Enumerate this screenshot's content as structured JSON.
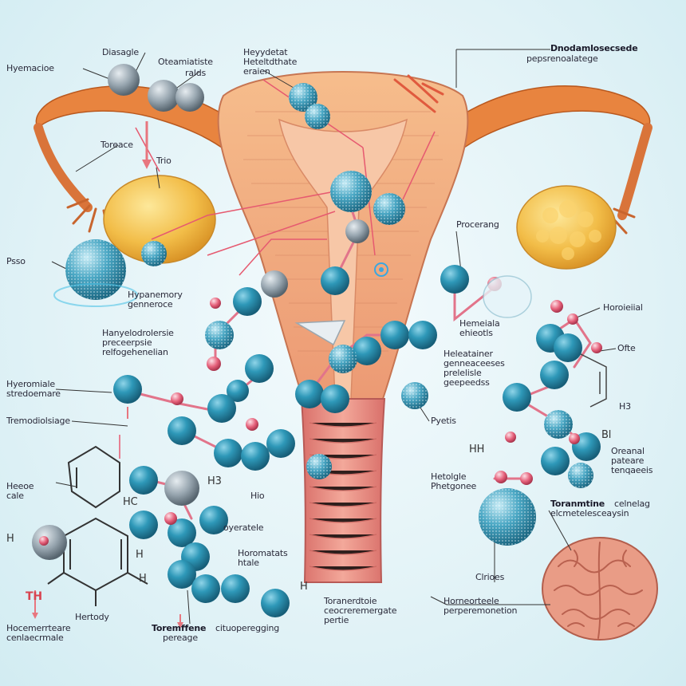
{
  "labels": {
    "hyemacioe": "Hyemacioe",
    "diasagle": "Diasagle",
    "oteamiatiste": "Oteamiatiste",
    "ralds": "ralds",
    "heyydetat": "Heyydetat",
    "hetetdthate": "Heteltdthate",
    "ereien": "eraien",
    "dnodamlosecsede": "Dnodamlosecsede",
    "pepsrenoalatege": "pepsrenoalatege",
    "toreace": "Toreace",
    "trio": "Trio",
    "psso": "Psso",
    "hypanemory": "Hypanemory",
    "genneroce": "genneroce",
    "procerang": "Procerang",
    "horoieiial": "Horoieiial",
    "ofte": "Ofte",
    "hanyelodrolersie": "Hanyelodrolersie",
    "precerepsie": "preceerpsie",
    "relfogehenelian": "relfogehenelian",
    "hemeiala": "Hemeiala",
    "ehieotls": "ehieotls",
    "heleatainer": "Heleatainer",
    "genneaceeses": "genneaceeses",
    "preleiiste": "prelelisle",
    "geepeedss": "geepeedss",
    "hyeromiale": "Hyeromiale",
    "stredoemare": "stredoemare",
    "tremodiolsiage": "Tremodiolsiage",
    "pyetis": "Pyetis",
    "h3": "H3",
    "bl": "Bl",
    "oreanal": "Oreanal",
    "patieare": "pateare",
    "tenqaeeis": "tenqaeeis",
    "heeoe": "Heeoe",
    "cale": "cale",
    "hh": "HH",
    "hetolgle": "Hetolgle",
    "phetgonee": "Phetgonee",
    "h3b": "H3",
    "hio": "Hio",
    "hc": "HC",
    "toranntine": "Toranmtine",
    "celnelag": "celnelag",
    "elcmeteleseasyoin": "elcmetelesceaysin",
    "oyeratele": "oyeratele",
    "horomatats": "Horomatats",
    "htale": "htale",
    "h1": "H",
    "h2": "H",
    "h4": "H",
    "toranerdtoe": "Toranerdtoie",
    "ceocremergate": "ceocreremergate",
    "pertie": "pertie",
    "horneorteele": "Horneorteele",
    "perperemonetion": "perperemonetion",
    "clrioes": "Clrioes",
    "th": "TH",
    "hertody": "Hertody",
    "hocemerrteare": "Hocemerrteare",
    "cenlaecrmale": "cenlaecrmale",
    "toremffene": "Toremffene",
    "cituoperegging": "cituoperegging",
    "pereage": "pereage",
    "hh2": "H"
  },
  "colors": {
    "background": "#e3f3f7",
    "uterus": "#f0a878",
    "ovary": "#f3c04a",
    "molecule_teal": "#2e8fae",
    "bond_pink": "#e87a8f",
    "brain": "#e58e7c"
  },
  "icons": [
    "uterus-illustration",
    "ovary-left",
    "ovary-right",
    "brain-icon",
    "molecule-chain",
    "benzene-ring"
  ]
}
